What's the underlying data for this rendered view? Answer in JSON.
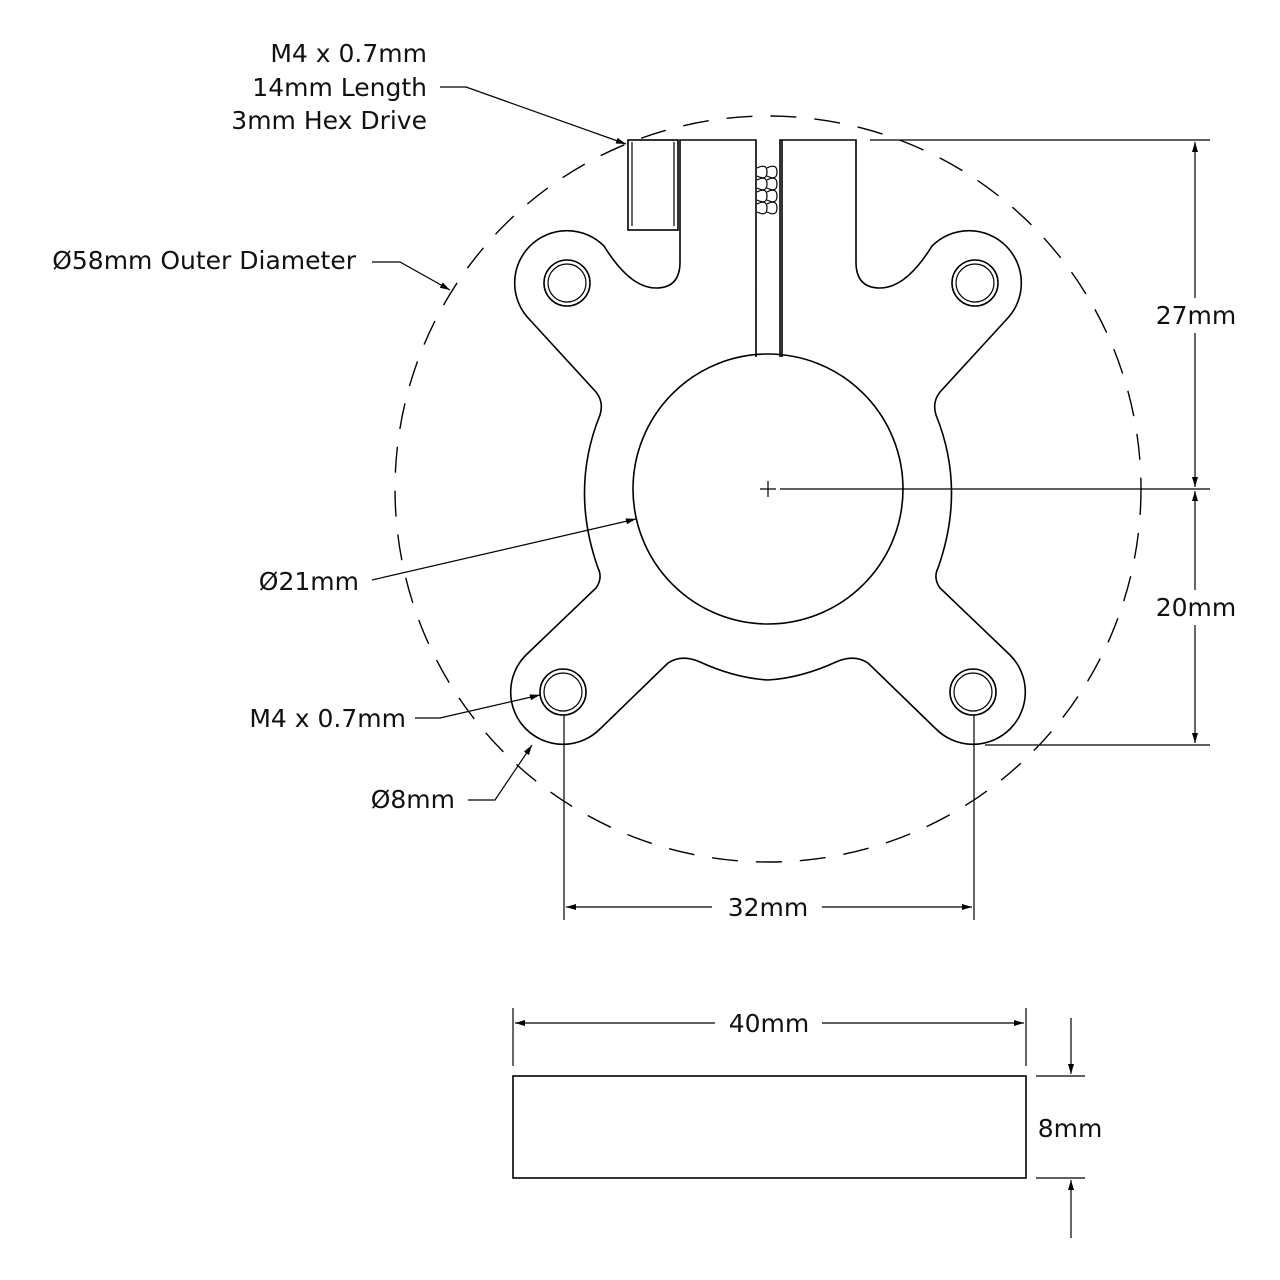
{
  "drawing": {
    "callouts": {
      "screw_line1": "M4 x 0.7mm",
      "screw_line2": "14mm Length",
      "screw_line3": "3mm Hex Drive",
      "outer_diameter": "Ø58mm Outer Diameter",
      "bore": "Ø21mm",
      "tapped_hole": "M4 x 0.7mm",
      "ear_diameter": "Ø8mm"
    },
    "dimensions": {
      "top_height": "27mm",
      "bottom_height": "20mm",
      "hole_spacing": "32mm",
      "width": "40mm",
      "thickness": "8mm"
    }
  }
}
